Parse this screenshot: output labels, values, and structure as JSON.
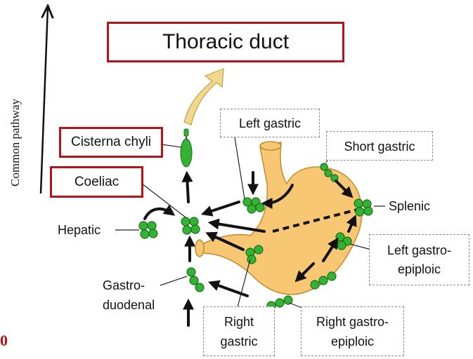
{
  "axis": {
    "label": "Common pathway"
  },
  "title": {
    "label": "Thoracic duct"
  },
  "nodes": {
    "cisterna_chyli": "Cisterna chyli",
    "coeliac": "Coeliac",
    "hepatic": "Hepatic",
    "gastroduodenal_line1": "Gastro-",
    "gastroduodenal_line2": "duodenal",
    "left_gastric": "Left gastric",
    "short_gastric": "Short gastric",
    "splenic": "Splenic",
    "left_gastroepiploic_line1": "Left gastro-",
    "left_gastroepiploic_line2": "epiploic",
    "right_gastric_line1": "Right",
    "right_gastric_line2": "gastric",
    "right_gastroepiploic_line1": "Right gastro-",
    "right_gastroepiploic_line2": "epiploic"
  },
  "page_number": "0",
  "colors": {
    "highlight_border": "#b3141c",
    "stomach_fill": "#f7c774",
    "stomach_stroke": "#c48a2a",
    "lymph_node": "#33b233",
    "upflow_arrow": "#f0d98c"
  }
}
